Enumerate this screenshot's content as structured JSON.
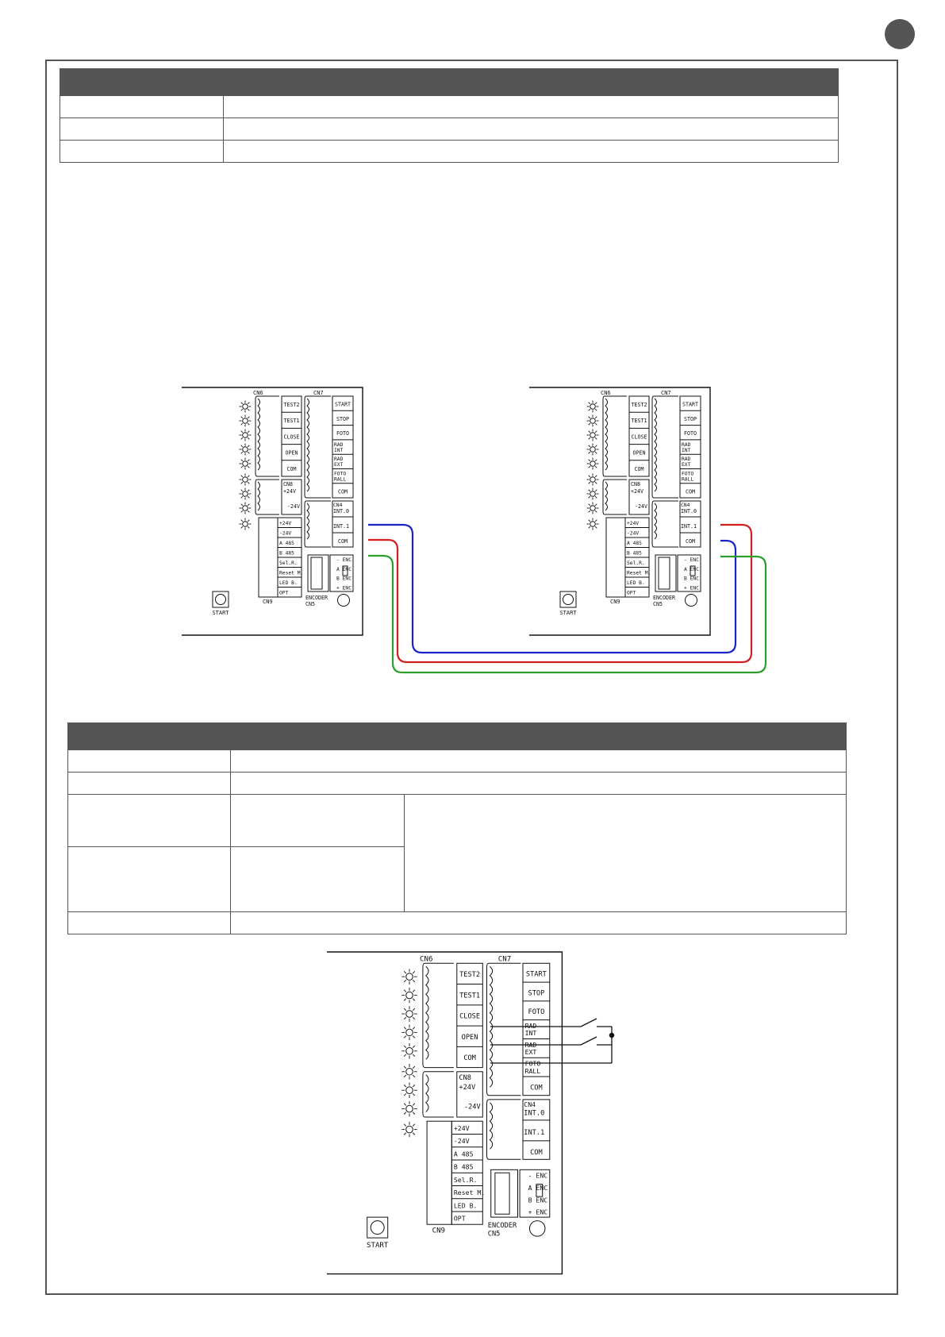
{
  "page": {
    "badge_color": "#555555",
    "frame_color": "#555555"
  },
  "wire_colors": {
    "blue": "#1a23c8",
    "red": "#d11f1f",
    "green": "#2aa02a"
  },
  "board_labels": {
    "cn6": "CN6",
    "cn7": "CN7",
    "cn8": "CN8",
    "cn9": "CN9",
    "cn4": "CN4",
    "encoder": "ENCODER",
    "cn5": "CN5",
    "start_button": "START",
    "cn6_terminals": [
      "TEST2",
      "TEST1",
      "CLOSE",
      "OPEN",
      "COM"
    ],
    "cn8_terminals": [
      "+24V",
      "-24V"
    ],
    "cn7_terminals": [
      [
        "START"
      ],
      [
        "STOP"
      ],
      [
        "FOTO"
      ],
      [
        "RAD",
        "INT"
      ],
      [
        "RAD",
        "EXT"
      ],
      [
        "FOTO",
        "RALL"
      ],
      [
        "COM"
      ]
    ],
    "cn4_terminals": [
      "INT.0",
      "INT.1",
      "COM"
    ],
    "cn9_terminals": [
      "+24V",
      "-24V",
      "A  485",
      "B  485",
      "Sel.R.",
      "Reset  M.",
      "LED  B.",
      "OPT"
    ],
    "cn5_terminals": [
      "-  ENC",
      "A  ENC",
      "B  ENC",
      "+  ENC"
    ]
  }
}
